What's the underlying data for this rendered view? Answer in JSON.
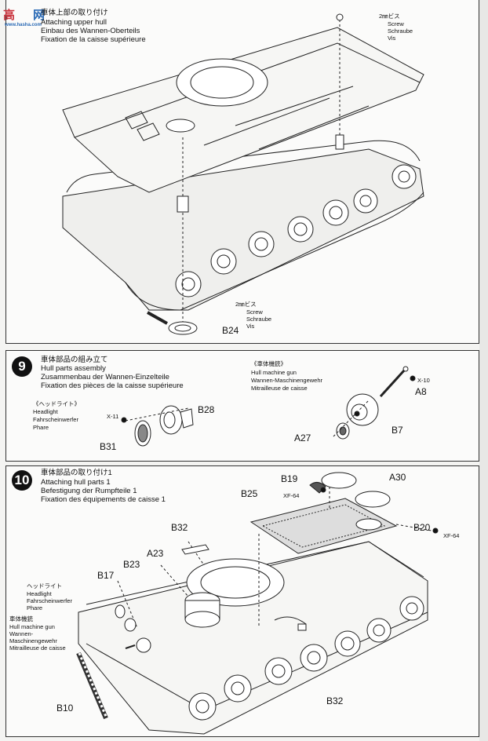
{
  "watermark": {
    "chars_left": "高",
    "chars_right": "网",
    "url": "www.hasha.com"
  },
  "step8": {
    "title_jp": "車体上部の取り付け",
    "title_en": "Attaching upper hull",
    "title_de": "Einbau des Wannen-Oberteils",
    "title_fr": "Fixation de la caisse supérieure",
    "screw_top": [
      "2㎜ビス",
      "Screw",
      "Schraube",
      "Vis"
    ],
    "screw_bottom": [
      "2㎜ビス",
      "Screw",
      "Schraube",
      "Vis"
    ],
    "part": "B24"
  },
  "step9": {
    "number": "9",
    "title_jp": "車体部品の組み立て",
    "title_en": "Hull parts assembly",
    "title_de": "Zusammenbau der Wannen-Einzelteile",
    "title_fr": "Fixation des pièces de la caisse supérieure",
    "headlight": [
      "《ヘッドライト》",
      "Headlight",
      "Fahrscheinwerfer",
      "Phare"
    ],
    "mg": [
      "《車体機銃》",
      "Hull machine gun",
      "Wannen-Maschinengewehr",
      "Mitrailleuse de caisse"
    ],
    "paint_x11": "X-11",
    "paint_x10": "X-10",
    "parts": {
      "b28": "B28",
      "b31": "B31",
      "a8": "A8",
      "a27": "A27",
      "b7": "B7"
    }
  },
  "step10": {
    "number": "10",
    "title_jp": "車体部品の取り付け1",
    "title_en": "Attaching hull parts 1",
    "title_de": "Befestigung der Rumpfteile 1",
    "title_fr": "Fixation des équipements de caisse 1",
    "headlight": [
      "ヘッドライト",
      "Headlight",
      "Fahrscheinwerfer",
      "Phare"
    ],
    "mg": [
      "車体機銃",
      "Hull machine gun",
      "Wannen-",
      "Maschinengewehr",
      "Mitrailleuse de caisse"
    ],
    "paint_xf64_a": "XF-64",
    "paint_xf64_b": "XF-64",
    "parts": {
      "b19": "B19",
      "a30": "A30",
      "b25": "B25",
      "b20": "B20",
      "b32a": "B32",
      "a23": "A23",
      "b23": "B23",
      "b17": "B17",
      "b10": "B10",
      "b32b": "B32"
    }
  }
}
